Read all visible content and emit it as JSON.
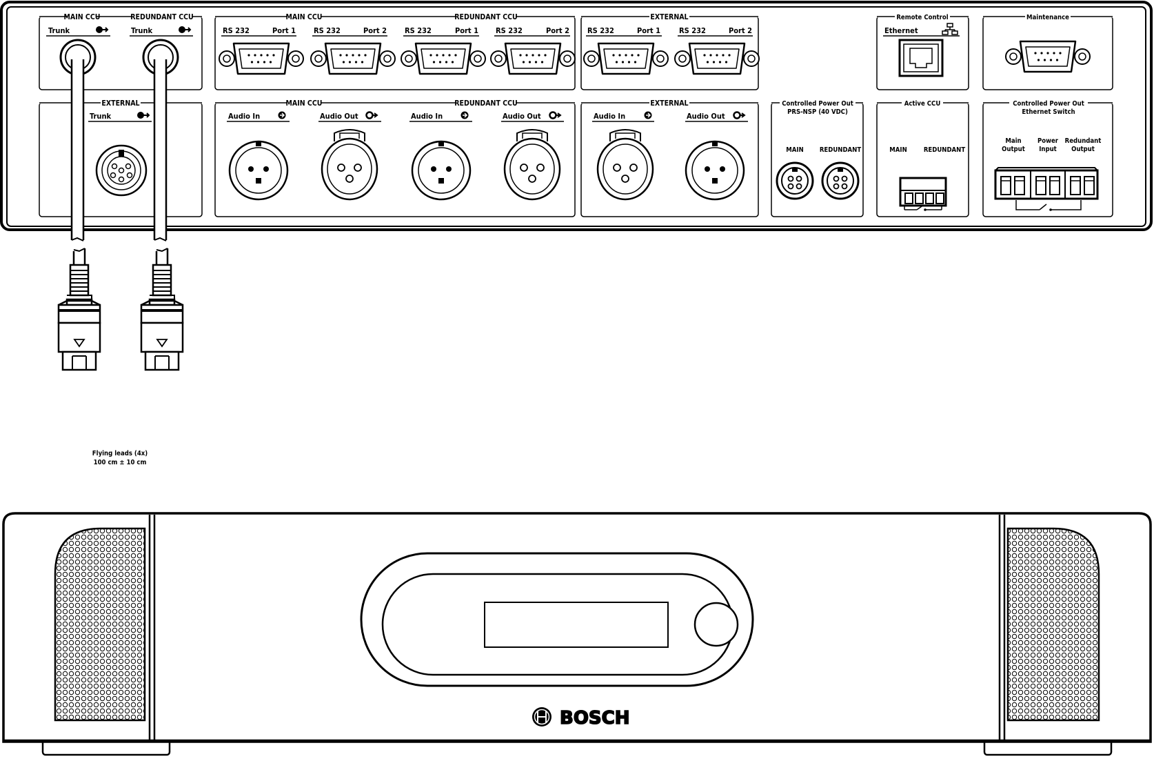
{
  "rear_panel": {
    "row1": {
      "trunk_main_title": "MAIN CCU",
      "trunk_red_title": "REDUNDANT CCU",
      "trunk_label": "Trunk",
      "rs232_main_title": "MAIN CCU",
      "rs232_red_title": "REDUNDANT CCU",
      "rs232_label": "RS 232",
      "port1": "Port 1",
      "port2": "Port 2",
      "rs232_ext_title": "EXTERNAL",
      "remote_title": "Remote Control",
      "ethernet_label": "Ethernet",
      "maintenance_title": "Maintenance"
    },
    "row2": {
      "ext_trunk_title": "EXTERNAL",
      "trunk_label": "Trunk",
      "audio_main_title": "MAIN CCU",
      "audio_red_title": "REDUNDANT CCU",
      "audio_ext_title": "EXTERNAL",
      "audio_in": "Audio In",
      "audio_out": "Audio Out",
      "cpo_title_1": "Controlled Power Out",
      "cpo_title_2": "PRS-NSP (40 VDC)",
      "main": "MAIN",
      "redundant": "REDUNDANT",
      "active_ccu_title": "Active CCU",
      "eth_switch_title_1": "Controlled Power Out",
      "eth_switch_title_2": "Ethernet Switch",
      "main_output_1": "Main",
      "main_output_2": "Output",
      "power_input_1": "Power",
      "power_input_2": "Input",
      "red_output_1": "Redundant",
      "red_output_2": "Output"
    }
  },
  "flying_leads": {
    "line1": "Flying leads (4x)",
    "line2": "100 cm ± 10 cm"
  },
  "front_panel": {
    "brand": "BOSCH"
  }
}
